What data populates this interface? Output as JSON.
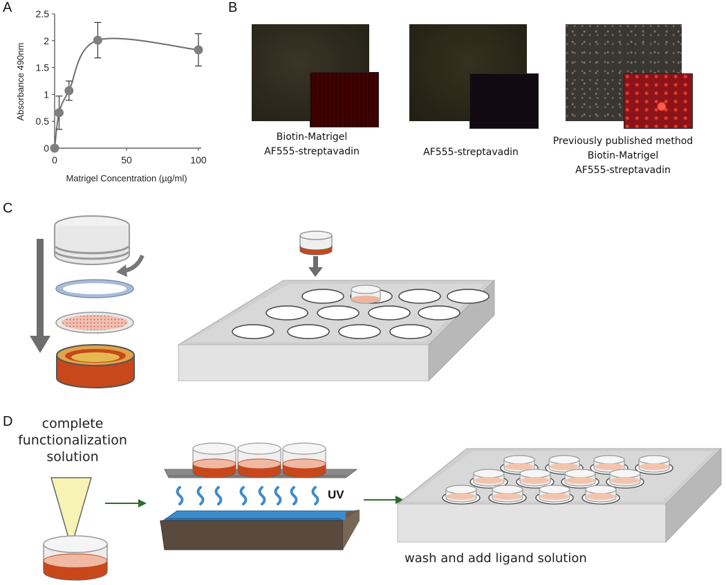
{
  "panels": {
    "a": "A",
    "b": "B",
    "c": "C",
    "d": "D"
  },
  "chart_data": {
    "type": "scatter",
    "xlabel": "Matrigel Concentration (µg/ml)",
    "ylabel": "Absorbance 490nm",
    "xlim": [
      0,
      100
    ],
    "ylim": [
      0,
      2.5
    ],
    "xticks": [
      "0",
      "50",
      "100"
    ],
    "yticks": [
      "0",
      "0.5",
      "1",
      "1.5",
      "2",
      "2.5"
    ],
    "grid": false,
    "fit_curve": true,
    "x": [
      0,
      3.125,
      10,
      30,
      100
    ],
    "y": [
      0,
      0.66,
      1.07,
      2.01,
      1.83
    ],
    "error": [
      0,
      0.31,
      0.18,
      0.33,
      0.3
    ]
  },
  "microscopy": {
    "caption_1": [
      "Biotin-Matrigel",
      "AF555-streptavadin"
    ],
    "caption_2": [
      "AF555-streptavadin"
    ],
    "caption_3": [
      "Previously published method",
      "Biotin-Matrigel",
      "AF555-streptavadin"
    ]
  },
  "protocol": {
    "functionalization_label": [
      "complete",
      "functionalization",
      "solution"
    ],
    "uv_label": "UV",
    "wash_label": "wash and add ligand solution"
  },
  "colors": {
    "marker": "#7f7f7f",
    "insert_base": "#c8471b",
    "plate": "#d4d4d4",
    "uv_wave": "#3d8ccc",
    "arrow_green": "#2f6b2f"
  }
}
